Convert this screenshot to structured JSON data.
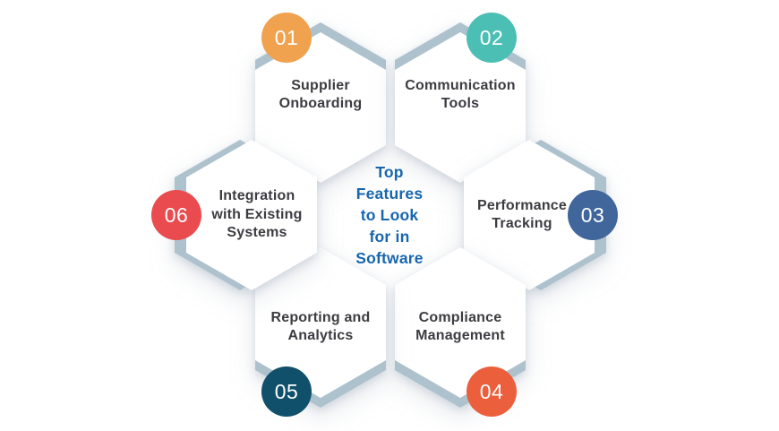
{
  "title": {
    "lines": [
      "Top",
      "Features",
      "to Look",
      "for in",
      "Software"
    ]
  },
  "features": [
    {
      "number": "01",
      "label": "Supplier Onboarding",
      "color": "#F0A24E"
    },
    {
      "number": "02",
      "label": "Communication Tools",
      "color": "#4CBFB4"
    },
    {
      "number": "03",
      "label": "Performance Tracking",
      "color": "#40669B"
    },
    {
      "number": "04",
      "label": "Compliance Management",
      "color": "#EC5F3C"
    },
    {
      "number": "05",
      "label": "Reporting and Analytics",
      "color": "#10506A"
    },
    {
      "number": "06",
      "label": "Integration with Existing Systems",
      "color": "#E94B4F"
    }
  ],
  "colors": {
    "accent_band": "#AEC2CE",
    "hexagon_fill": "#FFFFFF",
    "label_text": "#3C3C41",
    "title_text": "#1766AE",
    "background": "#FFFFFF"
  }
}
